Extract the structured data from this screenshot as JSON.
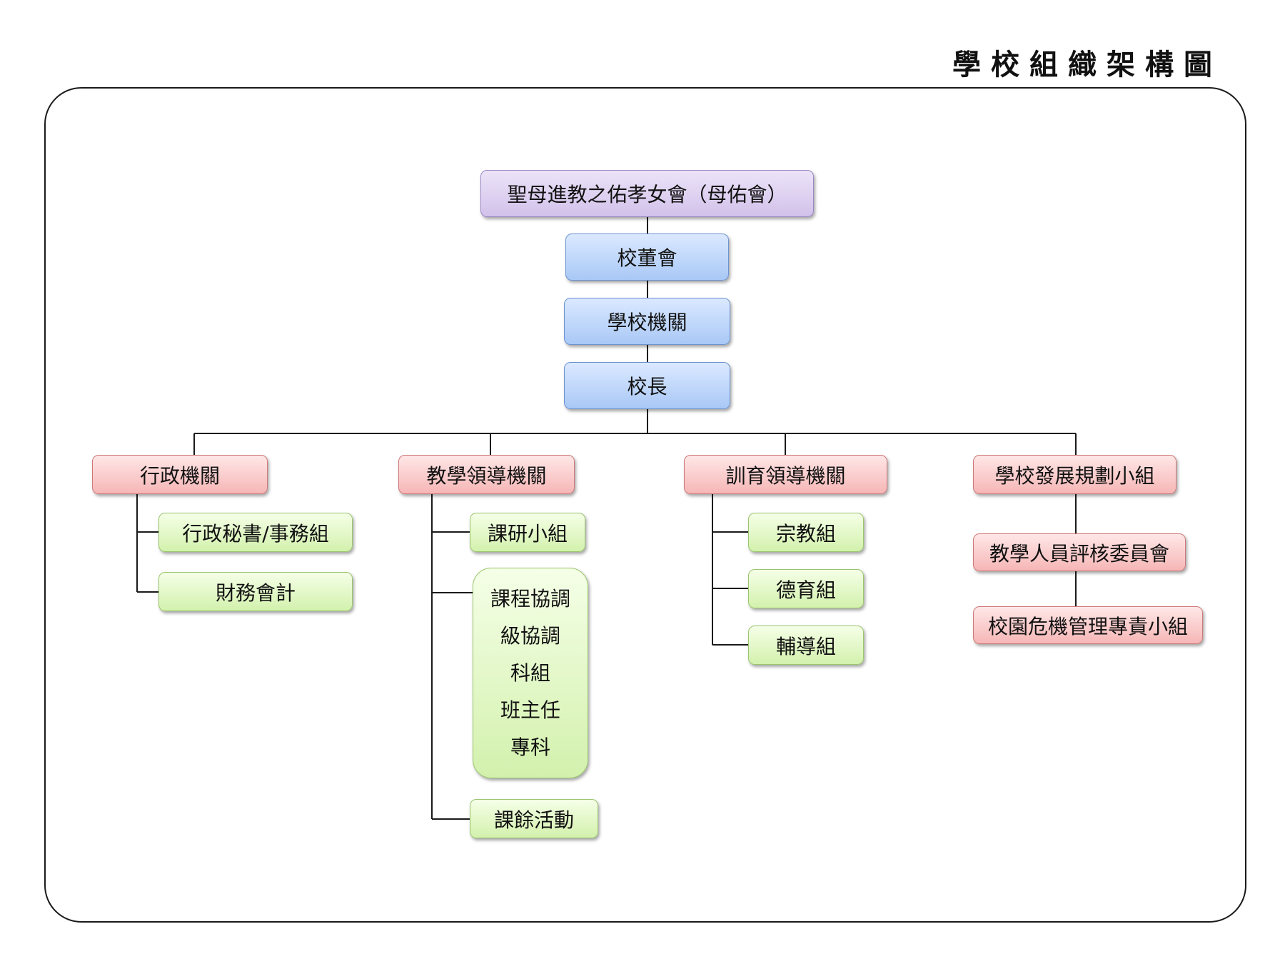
{
  "page": {
    "title": "學校組織架構圖"
  },
  "chart": {
    "top": "聖母進教之佑孝女會（母佑會）",
    "board": "校董會",
    "school_body": "學校機關",
    "principal": "校長",
    "branches": [
      {
        "label": "行政機關",
        "children": [
          "行政秘書/事務組",
          "財務會計"
        ]
      },
      {
        "label": "教學領導機關",
        "children": [
          "課研小組",
          [
            "課程協調",
            "級協調",
            "科組",
            "班主任",
            "專科"
          ],
          "課餘活動"
        ]
      },
      {
        "label": "訓育領導機關",
        "children": [
          "宗教組",
          "德育組",
          "輔導組"
        ]
      },
      {
        "label": "學校發展規劃小組",
        "children": [
          "教學人員評核委員會",
          "校園危機管理專責小組"
        ]
      }
    ]
  },
  "colors": {
    "purple": "#d2c1ea",
    "blue": "#a9c8f6",
    "red": "#f6b6b6",
    "green": "#d3f1ad",
    "line": "#1a1a1a"
  }
}
